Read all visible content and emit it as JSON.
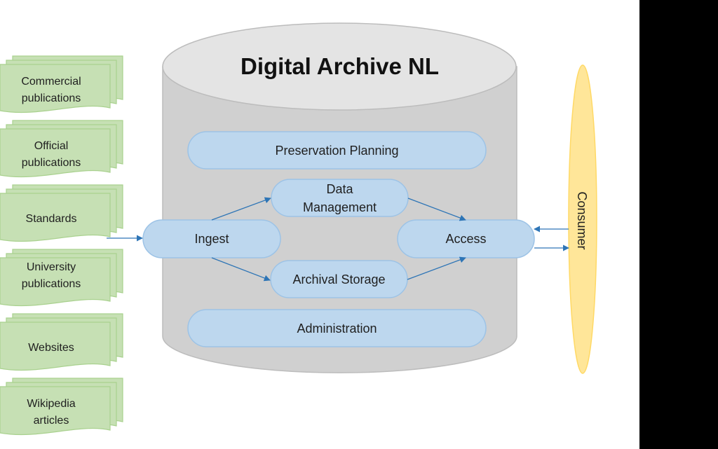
{
  "title": "Digital Archive NL",
  "sources": [
    {
      "label": "Commercial\npublications"
    },
    {
      "label": "Official\npublications"
    },
    {
      "label": "Standards"
    },
    {
      "label": "University\npublications"
    },
    {
      "label": "Websites"
    },
    {
      "label": "Wikipedia\narticles"
    }
  ],
  "functions": {
    "preservation_planning": "Preservation Planning",
    "data_management": "Data\nManagement",
    "ingest": "Ingest",
    "access": "Access",
    "archival_storage": "Archival Storage",
    "administration": "Administration"
  },
  "consumer": "Consumer",
  "colors": {
    "doc_fill": "#c6e0b4",
    "doc_stroke": "#a9d18e",
    "cylinder_body": "#d0d0d0",
    "cylinder_top": "#e4e4e4",
    "pill_fill": "#bdd7ee",
    "pill_stroke": "#9dc3e6",
    "consumer_fill": "#ffe699",
    "consumer_stroke": "#ffd966",
    "arrow": "#2e75b6"
  }
}
